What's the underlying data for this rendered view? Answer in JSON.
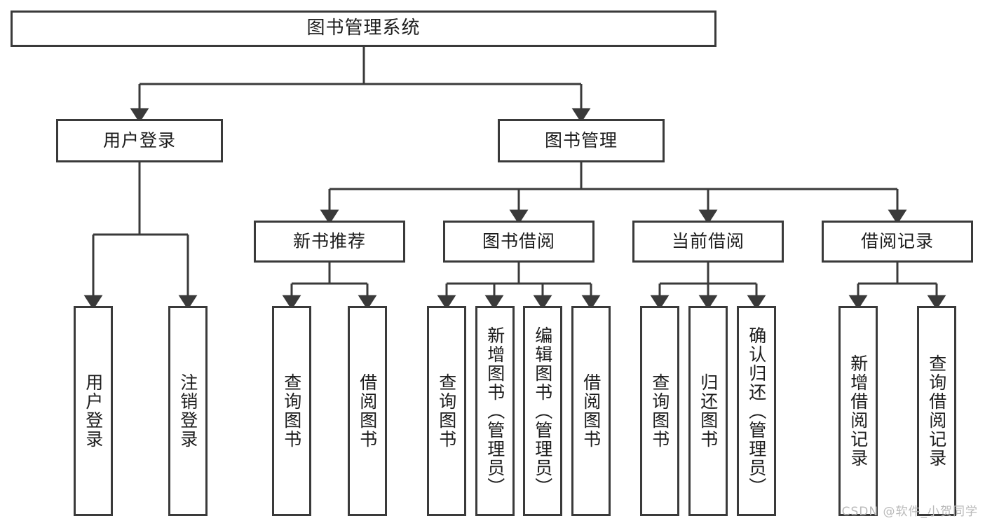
{
  "diagram": {
    "title": "图书管理系统",
    "root": {
      "label": "图书管理系统"
    },
    "level2": [
      {
        "label": "用户登录"
      },
      {
        "label": "图书管理"
      }
    ],
    "level3": [
      {
        "label": "新书推荐"
      },
      {
        "label": "图书借阅"
      },
      {
        "label": "当前借阅"
      },
      {
        "label": "借阅记录"
      }
    ],
    "leaves": [
      {
        "label": "用户登录"
      },
      {
        "label": "注销登录"
      },
      {
        "label": "查询图书"
      },
      {
        "label": "借阅图书"
      },
      {
        "label": "查询图书"
      },
      {
        "label": "新增图书（管理员）"
      },
      {
        "label": "编辑图书（管理员）"
      },
      {
        "label": "借阅图书"
      },
      {
        "label": "查询图书"
      },
      {
        "label": "归还图书"
      },
      {
        "label": "确认归还（管理员）"
      },
      {
        "label": "新增借阅记录"
      },
      {
        "label": "查询借阅记录"
      }
    ]
  },
  "watermark": {
    "text": "CSDN @软件_小贺同学"
  },
  "colors": {
    "stroke": "#3a3a3a",
    "text": "#1c1c1c",
    "background": "#ffffff",
    "watermark": "#b9b9b9"
  }
}
